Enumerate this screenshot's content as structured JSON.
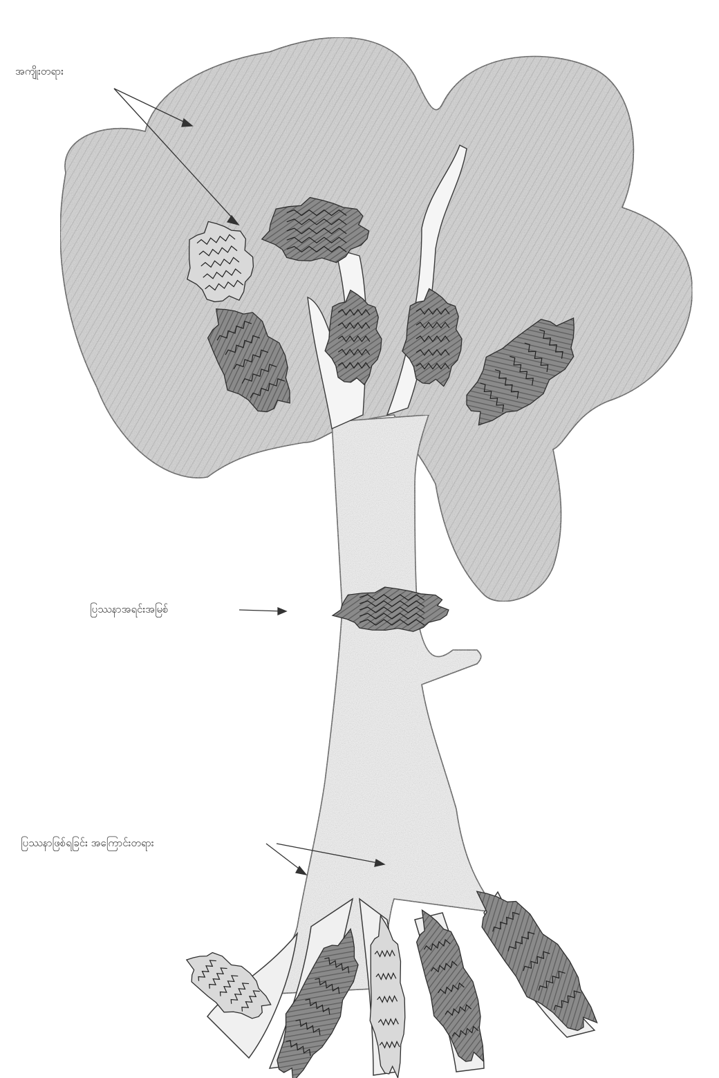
{
  "labels": {
    "effects": "အကျိုးတရား",
    "core_problem": "ပြဿနာအရင်းအမြစ်",
    "causes": "ပြဿနာဖြစ်ရခြင်း အကြောင်းတရား"
  },
  "colors": {
    "paper": "#ffffff",
    "ink": "#2e2e2e",
    "pencil_light": "#c9c9c9",
    "pencil_dark": "#6e6e6e"
  },
  "patches": {
    "crown": [
      {
        "id": "effect-1",
        "shade": "light"
      },
      {
        "id": "effect-2",
        "shade": "dark"
      },
      {
        "id": "effect-3",
        "shade": "dark"
      },
      {
        "id": "effect-4",
        "shade": "dark"
      },
      {
        "id": "effect-5",
        "shade": "dark"
      },
      {
        "id": "effect-6",
        "shade": "dark"
      }
    ],
    "trunk": [
      {
        "id": "core",
        "shade": "dark"
      }
    ],
    "roots": [
      {
        "id": "cause-1",
        "shade": "light"
      },
      {
        "id": "cause-2",
        "shade": "dark"
      },
      {
        "id": "cause-3",
        "shade": "light"
      },
      {
        "id": "cause-4",
        "shade": "dark"
      },
      {
        "id": "cause-5",
        "shade": "dark"
      }
    ]
  }
}
